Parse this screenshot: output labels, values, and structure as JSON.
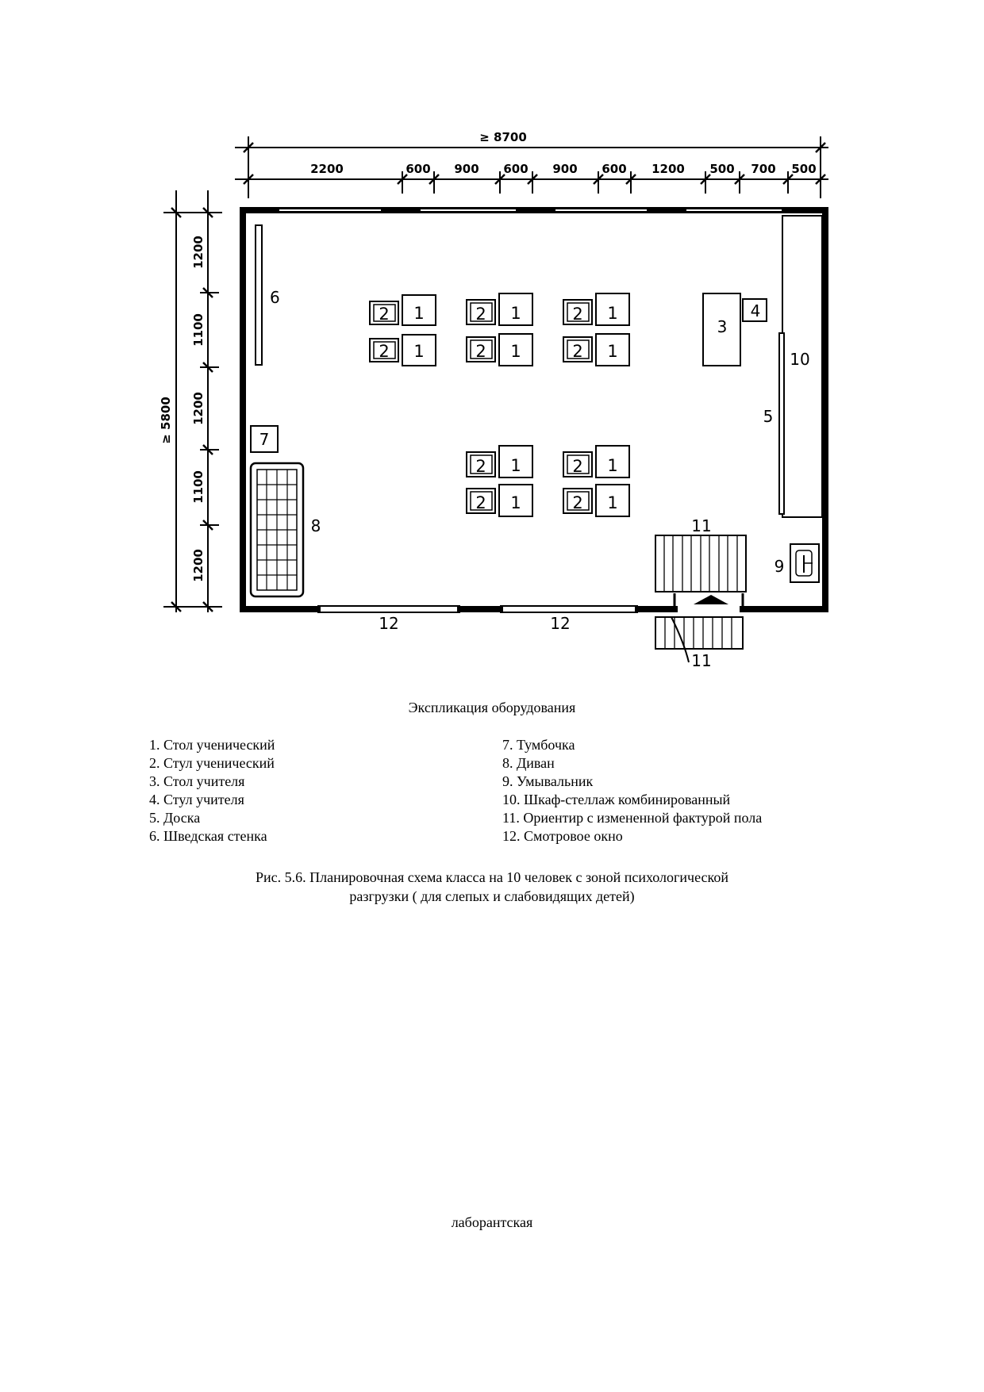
{
  "plan": {
    "top_total": "≥ 8700",
    "top_segments": [
      "2200",
      "600",
      "900",
      "600",
      "900",
      "600",
      "1200",
      "500",
      "700",
      "500"
    ],
    "left_total": "≥ 5800",
    "left_segments": [
      "1200",
      "1100",
      "1200",
      "1100",
      "1200"
    ],
    "item_labels": {
      "swedish_wall": "6",
      "teacher_desk": "3",
      "teacher_chair": "4",
      "cabinet": "10",
      "board": "5",
      "nightstand": "7",
      "sofa": "8",
      "sink": "9",
      "stairs_top": "11",
      "stairs_bottom": "11",
      "window_left": "12",
      "window_right": "12"
    },
    "desk_label": "1",
    "chair_label": "2"
  },
  "legend": {
    "title": "Экспликация оборудования",
    "left": [
      "1. Стол ученический",
      "2. Стул ученический",
      "3. Стол учителя",
      "4. Стул учителя",
      "5. Доска",
      "6. Шведская стенка"
    ],
    "right": [
      "7. Тумбочка",
      "8. Диван",
      "9. Умывальник",
      "10. Шкаф-стеллаж комбинированный",
      "11. Ориентир с измененной фактурой пола",
      "12. Смотровое окно"
    ]
  },
  "caption": {
    "line1": "Рис. 5.6. Планировочная схема класса на 10 человек с зоной психологической",
    "line2": "разгрузки ( для слепых и слабовидящих детей)"
  },
  "footer": "лаборантская"
}
